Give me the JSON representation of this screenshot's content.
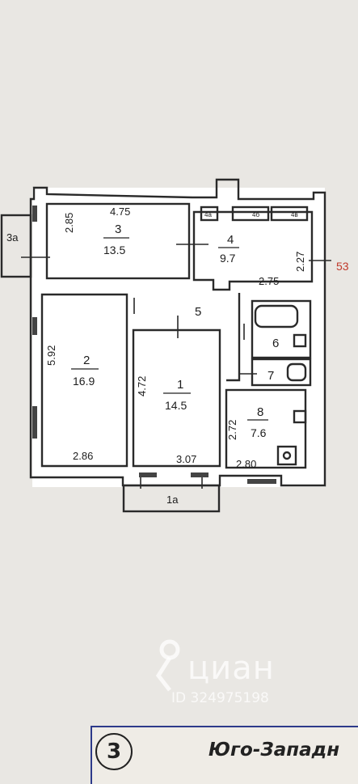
{
  "rooms": [
    {
      "id": "1",
      "area": "14.5"
    },
    {
      "id": "2",
      "area": "16.9"
    },
    {
      "id": "3",
      "area": "13.5"
    },
    {
      "id": "4",
      "area": "9.7"
    },
    {
      "id": "5"
    },
    {
      "id": "6"
    },
    {
      "id": "7"
    },
    {
      "id": "8",
      "area": "7.6"
    }
  ],
  "balconies": [
    "1a",
    "3a"
  ],
  "closets": [
    "4a",
    "4б",
    "4в"
  ],
  "dimensions": [
    "4.75",
    "2.85",
    "2.27",
    "2.75",
    "5.92",
    "4.72",
    "2.72",
    "2.86",
    "3.07",
    "2.80"
  ],
  "marker_53": "53",
  "watermark": {
    "name": "циан",
    "id": "ID 324975198"
  },
  "footer": {
    "number": "3",
    "text": "Юго-Западн"
  }
}
